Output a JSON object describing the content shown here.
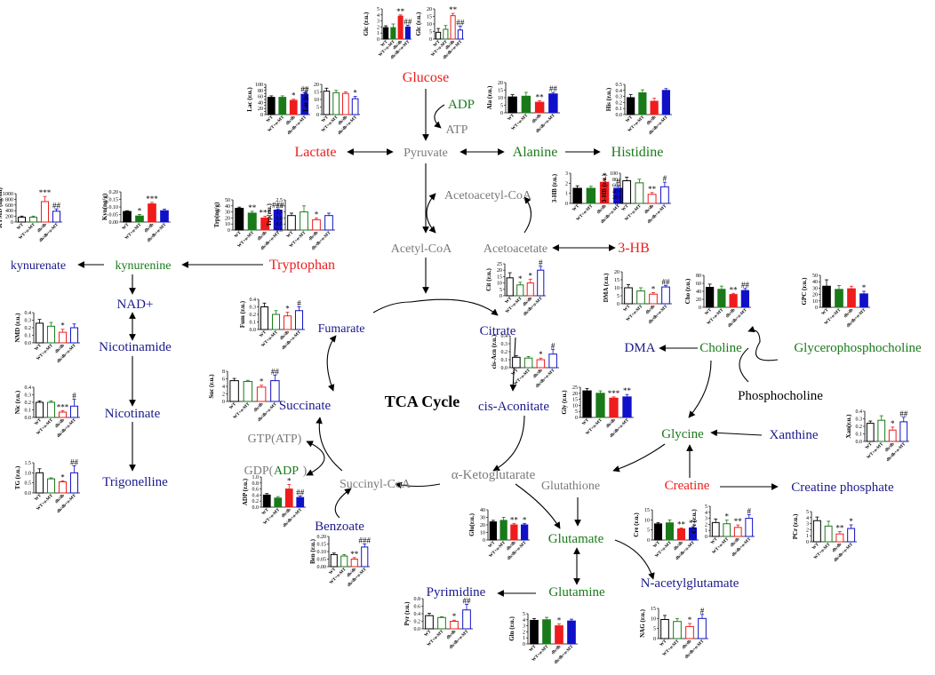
{
  "colors": {
    "red": "#ee1c1c",
    "green": "#1a7a1a",
    "blue": "#1a1a8c",
    "gray": "#7a7a7a",
    "black": "#000000"
  },
  "groups": [
    "WT",
    "WT+α-MT",
    "db/db",
    "db/db+α-MT"
  ],
  "bar_styles": [
    {
      "fill": "#000000",
      "stroke": "#000000"
    },
    {
      "fill": "#1a7a1a",
      "stroke": "#1a7a1a"
    },
    {
      "fill": "#ee1c1c",
      "stroke": "#ee1c1c"
    },
    {
      "fill": "#1010c8",
      "stroke": "#1010c8"
    },
    {
      "fill": "#ffffff",
      "stroke": "#000000"
    },
    {
      "fill": "#ffffff",
      "stroke": "#1a7a1a"
    },
    {
      "fill": "#ffffff",
      "stroke": "#ee1c1c"
    },
    {
      "fill": "#ffffff",
      "stroke": "#1010c8"
    }
  ],
  "nodes": [
    {
      "id": "glucose",
      "label": "Glucose",
      "color": "red"
    },
    {
      "id": "adp1",
      "label": "ADP",
      "color": "green"
    },
    {
      "id": "atp1",
      "label": "ATP",
      "color": "gray"
    },
    {
      "id": "lactate",
      "label": "Lactate",
      "color": "red"
    },
    {
      "id": "pyruvate",
      "label": "Pyruvate",
      "color": "gray"
    },
    {
      "id": "alanine",
      "label": "Alanine",
      "color": "green"
    },
    {
      "id": "histidine",
      "label": "Histidine",
      "color": "green"
    },
    {
      "id": "acetoacetylcoa",
      "label": "Acetoacetyl-CoA",
      "color": "gray"
    },
    {
      "id": "acetylcoa",
      "label": "Acetyl-CoA",
      "color": "gray"
    },
    {
      "id": "acetoacetate",
      "label": "Acetoacetate",
      "color": "gray"
    },
    {
      "id": "hb3",
      "label": "3-HB",
      "color": "red"
    },
    {
      "id": "kynurenate",
      "label": "kynurenate",
      "color": "blue"
    },
    {
      "id": "kynurenine",
      "label": "kynurenine",
      "color": "green"
    },
    {
      "id": "tryptophan",
      "label": "Tryptophan",
      "color": "red"
    },
    {
      "id": "nad",
      "label": "NAD+",
      "color": "blue"
    },
    {
      "id": "nicotinamide",
      "label": "Nicotinamide",
      "color": "blue"
    },
    {
      "id": "nicotinate",
      "label": "Nicotinate",
      "color": "blue"
    },
    {
      "id": "trigonelline",
      "label": "Trigonelline",
      "color": "blue"
    },
    {
      "id": "fumarate",
      "label": "Fumarate",
      "color": "blue"
    },
    {
      "id": "citrate",
      "label": "Citrate",
      "color": "blue"
    },
    {
      "id": "tca",
      "label": "TCA Cycle",
      "color": "black"
    },
    {
      "id": "succinate",
      "label": "Succinate",
      "color": "blue"
    },
    {
      "id": "cisaconitate",
      "label": "cis-Aconitate",
      "color": "blue"
    },
    {
      "id": "gtp",
      "label": "GTP(ATP)",
      "color": "gray"
    },
    {
      "id": "gdp",
      "label": "GDP(",
      "color": "gray"
    },
    {
      "id": "gdpadp",
      "label": "ADP",
      "color": "green"
    },
    {
      "id": "gdpclose",
      "label": ")",
      "color": "gray"
    },
    {
      "id": "succinylcoa",
      "label": "Succinyl-CoA",
      "color": "gray"
    },
    {
      "id": "aketo",
      "label": "α-Ketoglutarate",
      "color": "gray"
    },
    {
      "id": "glutathione",
      "label": "Glutathione",
      "color": "gray"
    },
    {
      "id": "benzoate",
      "label": "Benzoate",
      "color": "blue"
    },
    {
      "id": "glutamate",
      "label": "Glutamate",
      "color": "green"
    },
    {
      "id": "nacetyl",
      "label": "N-acetylglutamate",
      "color": "blue"
    },
    {
      "id": "pyrimidine",
      "label": "Pyrimidine",
      "color": "blue"
    },
    {
      "id": "glutamine",
      "label": "Glutamine",
      "color": "green"
    },
    {
      "id": "dma",
      "label": "DMA",
      "color": "blue"
    },
    {
      "id": "choline",
      "label": "Choline",
      "color": "green"
    },
    {
      "id": "gpc",
      "label": "Glycerophosphocholine",
      "color": "green"
    },
    {
      "id": "phosphocholine",
      "label": "Phosphocholine",
      "color": "black"
    },
    {
      "id": "glycine",
      "label": "Glycine",
      "color": "green"
    },
    {
      "id": "xanthine",
      "label": "Xanthine",
      "color": "blue"
    },
    {
      "id": "creatine",
      "label": "Creatine",
      "color": "red"
    },
    {
      "id": "crphos",
      "label": "Creatine phosphate",
      "color": "blue"
    }
  ],
  "charts": [
    {
      "id": "glc1",
      "ylabel": "Glc (r.u.)",
      "yticks": [
        "0",
        "1",
        "2",
        "3",
        "4",
        "5"
      ],
      "ymax": 5,
      "values": [
        1.9,
        1.9,
        3.8,
        2.0
      ],
      "errors": [
        0.3,
        0.6,
        0.2,
        0.3
      ],
      "style": "filled",
      "sig": [
        "",
        "",
        "**",
        "##"
      ]
    },
    {
      "id": "glc2",
      "ylabel": "Glc (r.u.)",
      "yticks": [
        "0",
        "5",
        "10",
        "15",
        "20"
      ],
      "ymax": 20,
      "values": [
        4.5,
        6.5,
        15.5,
        6.0
      ],
      "errors": [
        2.5,
        2.5,
        1.5,
        2.5
      ],
      "style": "open",
      "sig": [
        "",
        "",
        "**",
        "##"
      ]
    },
    {
      "id": "lac1",
      "ylabel": "Lac (r.u.)",
      "yticks": [
        "0",
        "10",
        "20",
        "30",
        "40",
        "50",
        "60",
        "70",
        "80",
        "90",
        "100"
      ],
      "ymax": 100,
      "values": [
        57,
        57,
        47,
        67
      ],
      "errors": [
        5,
        5,
        4,
        5
      ],
      "style": "filled",
      "sig": [
        "",
        "",
        "*",
        "##"
      ]
    },
    {
      "id": "lac2",
      "ylabel": "Lac (r.u.)",
      "yticks": [
        "0",
        "5",
        "10",
        "15",
        "20"
      ],
      "ymax": 20,
      "values": [
        15.5,
        14.5,
        14.0,
        10.5
      ],
      "errors": [
        2,
        1.5,
        1,
        1.5
      ],
      "style": "open",
      "sig": [
        "",
        "",
        "",
        "*"
      ]
    },
    {
      "id": "ala",
      "ylabel": "Ala (r.u.)",
      "yticks": [
        "0",
        "5",
        "10",
        "15",
        "20"
      ],
      "ymax": 20,
      "values": [
        10.5,
        11,
        7.0,
        12.5
      ],
      "errors": [
        1.5,
        2.5,
        1,
        1
      ],
      "style": "filled",
      "sig": [
        "",
        "",
        "**",
        "##"
      ]
    },
    {
      "id": "his",
      "ylabel": "His (r.u.)",
      "yticks": [
        "0.0",
        "0.1",
        "0.2",
        "0.3",
        "0.4",
        "0.5"
      ],
      "ymax": 0.5,
      "values": [
        0.28,
        0.36,
        0.22,
        0.4
      ],
      "errors": [
        0.05,
        0.05,
        0.05,
        0.03
      ],
      "style": "filled",
      "sig": [
        "",
        "",
        "",
        ""
      ]
    },
    {
      "id": "hb1",
      "ylabel": "3-HB (r.u.)",
      "yticks": [
        "0",
        "1",
        "2",
        "3"
      ],
      "ymax": 3,
      "values": [
        1.5,
        1.5,
        2.1,
        1.5
      ],
      "errors": [
        0.25,
        0.2,
        0.3,
        0.25
      ],
      "style": "filled",
      "sig": [
        "",
        "",
        "*",
        "#"
      ]
    },
    {
      "id": "hb2",
      "ylabel": "3-HB (r.u.)",
      "yticks": [
        "0",
        "20",
        "40",
        "60",
        "80",
        "100"
      ],
      "ymax": 100,
      "values": [
        75,
        68,
        30,
        55
      ],
      "errors": [
        12,
        12,
        6,
        15
      ],
      "style": "open",
      "sig": [
        "",
        "",
        "**",
        "#"
      ]
    },
    {
      "id": "kymd",
      "ylabel": "KYMD (ng/ml)",
      "yticks": [
        "0",
        "200",
        "400",
        "600",
        "800",
        "1000"
      ],
      "ymax": 1000,
      "values": [
        170,
        170,
        720,
        380
      ],
      "errors": [
        40,
        40,
        180,
        80
      ],
      "style": "open",
      "sig": [
        "",
        "",
        "***",
        "##"
      ]
    },
    {
      "id": "kyn",
      "ylabel": "Kyn(ng/g)",
      "yticks": [
        "0.00",
        "0.05",
        "0.10",
        "0.15",
        "0.20"
      ],
      "ymax": 0.2,
      "values": [
        0.07,
        0.04,
        0.12,
        0.075
      ],
      "errors": [
        0.005,
        0.01,
        0.01,
        0.01
      ],
      "style": "filled",
      "sig": [
        "",
        "*",
        "***",
        ""
      ]
    },
    {
      "id": "trp1",
      "ylabel": "Trp(ng/g)",
      "yticks": [
        "0",
        "10",
        "20",
        "30",
        "40",
        "50"
      ],
      "ymax": 50,
      "values": [
        36,
        28,
        20,
        33
      ],
      "errors": [
        2,
        3,
        3,
        2
      ],
      "style": "filled",
      "sig": [
        "",
        "**",
        "***",
        "###"
      ]
    },
    {
      "id": "trp2",
      "ylabel": "Trp(r.u.)",
      "yticks": [
        "0.0",
        "0.5",
        "1.0",
        "1.5",
        "2.0",
        "2.5"
      ],
      "ymax": 2.5,
      "values": [
        1.2,
        1.5,
        0.85,
        1.2
      ],
      "errors": [
        0.2,
        0.5,
        0.15,
        0.2
      ],
      "style": "open",
      "sig": [
        "",
        "",
        "*",
        ""
      ]
    },
    {
      "id": "nmd",
      "ylabel": "NMD (r.u.)",
      "yticks": [
        "0.0",
        "0.1",
        "0.2",
        "0.3",
        "0.4"
      ],
      "ymax": 0.4,
      "values": [
        0.26,
        0.22,
        0.14,
        0.2
      ],
      "errors": [
        0.05,
        0.05,
        0.04,
        0.05
      ],
      "style": "open",
      "sig": [
        "",
        "",
        "*",
        ""
      ]
    },
    {
      "id": "nic",
      "ylabel": "Nic (r.u.)",
      "yticks": [
        "0.0",
        "0.1",
        "0.2",
        "0.3",
        "0.4"
      ],
      "ymax": 0.4,
      "values": [
        0.2,
        0.2,
        0.07,
        0.15
      ],
      "errors": [
        0.02,
        0.02,
        0.02,
        0.09
      ],
      "style": "open",
      "sig": [
        "",
        "",
        "***",
        "#"
      ]
    },
    {
      "id": "tg",
      "ylabel": "TG (r.u.)",
      "yticks": [
        "0.0",
        "0.5",
        "1.0",
        "1.5"
      ],
      "ymax": 1.5,
      "values": [
        1.0,
        0.7,
        0.55,
        1.0
      ],
      "errors": [
        0.2,
        0.05,
        0.05,
        0.35
      ],
      "style": "open",
      "sig": [
        "",
        "",
        "*",
        "##"
      ]
    },
    {
      "id": "fum",
      "ylabel": "Fum (r.u.)",
      "yticks": [
        "0.0",
        "0.1",
        "0.2",
        "0.3",
        "0.4"
      ],
      "ymax": 0.4,
      "values": [
        0.3,
        0.2,
        0.18,
        0.25
      ],
      "errors": [
        0.05,
        0.05,
        0.05,
        0.05
      ],
      "style": "open",
      "sig": [
        "",
        "",
        "*",
        "#"
      ]
    },
    {
      "id": "cit",
      "ylabel": "Cit (r.u.)",
      "yticks": [
        "0",
        "5",
        "10",
        "15",
        "20",
        "25"
      ],
      "ymax": 25,
      "values": [
        14,
        8.5,
        10,
        20
      ],
      "errors": [
        4,
        2,
        3,
        3
      ],
      "style": "open",
      "sig": [
        "",
        "*",
        "*",
        "#"
      ]
    },
    {
      "id": "cisacn",
      "ylabel": "cis-Acn (r.u.)",
      "yticks": [
        "0.0",
        "0.1",
        "0.2",
        "0.3",
        "0.4"
      ],
      "ymax": 0.4,
      "values": [
        0.13,
        0.12,
        0.1,
        0.17
      ],
      "errors": [
        0.02,
        0.02,
        0.02,
        0.06
      ],
      "style": "open",
      "sig": [
        "",
        "",
        "*",
        "#"
      ]
    },
    {
      "id": "suc",
      "ylabel": "Suc (r.u.)",
      "yticks": [
        "0",
        "2",
        "4",
        "6",
        "8"
      ],
      "ymax": 8,
      "values": [
        5.5,
        5.3,
        3.8,
        5.5
      ],
      "errors": [
        0.6,
        0.3,
        0.5,
        1.5
      ],
      "style": "open",
      "sig": [
        "",
        "",
        "*",
        "##"
      ]
    },
    {
      "id": "gly",
      "ylabel": "Gly (r.u.)",
      "yticks": [
        "0",
        "5",
        "10",
        "15",
        "20",
        "25"
      ],
      "ymax": 25,
      "values": [
        22,
        20,
        16,
        17
      ],
      "errors": [
        2,
        2,
        1,
        2
      ],
      "style": "filled",
      "sig": [
        "",
        "",
        "***",
        "**"
      ]
    },
    {
      "id": "adp",
      "ylabel": "ADP (r.u.)",
      "yticks": [
        "0.0",
        "0.2",
        "0.4",
        "0.6",
        "0.8",
        "1.0"
      ],
      "ymax": 1.0,
      "values": [
        0.4,
        0.3,
        0.6,
        0.32
      ],
      "errors": [
        0.05,
        0.05,
        0.15,
        0.05
      ],
      "style": "filled",
      "sig": [
        "",
        "",
        "*",
        "##"
      ]
    },
    {
      "id": "ben",
      "ylabel": "Ben (r.u.)",
      "yticks": [
        "0.00",
        "0.05",
        "0.10",
        "0.15",
        "0.20"
      ],
      "ymax": 0.2,
      "values": [
        0.08,
        0.07,
        0.05,
        0.13
      ],
      "errors": [
        0.01,
        0.01,
        0.01,
        0.02
      ],
      "style": "open",
      "sig": [
        "",
        "",
        "**",
        "###"
      ]
    },
    {
      "id": "glu",
      "ylabel": "Glu(r.u.)",
      "yticks": [
        "0",
        "10",
        "20",
        "30",
        "40"
      ],
      "ymax": 40,
      "values": [
        24,
        26,
        20,
        20
      ],
      "errors": [
        2,
        4,
        2,
        2
      ],
      "style": "filled",
      "sig": [
        "",
        "",
        "**",
        "*"
      ]
    },
    {
      "id": "cre1",
      "ylabel": "Cre (r.u.)",
      "yticks": [
        "0",
        "5",
        "10",
        "15"
      ],
      "ymax": 15,
      "values": [
        8,
        8.5,
        5.5,
        6
      ],
      "errors": [
        0.6,
        1.5,
        0.5,
        0.6
      ],
      "style": "filled",
      "sig": [
        "",
        "",
        "**",
        "**"
      ]
    },
    {
      "id": "cre2",
      "ylabel": "Cre (r.u.)",
      "yticks": [
        "0",
        "1",
        "2",
        "3",
        "4",
        "5"
      ],
      "ymax": 5,
      "values": [
        2.3,
        2.1,
        1.5,
        3.0
      ],
      "errors": [
        0.6,
        0.6,
        0.4,
        0.6
      ],
      "style": "open",
      "sig": [
        "",
        "*",
        "**",
        "#"
      ]
    },
    {
      "id": "pcr",
      "ylabel": "PCr (r.u.)",
      "yticks": [
        "0",
        "1",
        "2",
        "3",
        "4",
        "5"
      ],
      "ymax": 5,
      "values": [
        3.5,
        2.6,
        1.3,
        2.2
      ],
      "errors": [
        0.6,
        0.8,
        0.4,
        0.6
      ],
      "style": "open",
      "sig": [
        "",
        "",
        "**",
        "*"
      ]
    },
    {
      "id": "pyr",
      "ylabel": "Pyr (r.u.)",
      "yticks": [
        "0.0",
        "0.2",
        "0.4",
        "0.6",
        "0.8"
      ],
      "ymax": 0.8,
      "values": [
        0.35,
        0.3,
        0.2,
        0.5
      ],
      "errors": [
        0.06,
        0.02,
        0.03,
        0.15
      ],
      "style": "open",
      "sig": [
        "",
        "",
        "*",
        "##"
      ]
    },
    {
      "id": "gln",
      "ylabel": "Gln (r.u.)",
      "yticks": [
        "0",
        "1",
        "2",
        "3",
        "4",
        "5"
      ],
      "ymax": 5,
      "values": [
        3.9,
        4.0,
        3.0,
        3.8
      ],
      "errors": [
        0.3,
        0.4,
        0.3,
        0.3
      ],
      "style": "filled",
      "sig": [
        "",
        "",
        "*",
        ""
      ]
    },
    {
      "id": "nag",
      "ylabel": "NAG (r.u.)",
      "yticks": [
        "0",
        "5",
        "10",
        "15"
      ],
      "ymax": 15,
      "values": [
        9.5,
        8.5,
        6,
        10
      ],
      "errors": [
        2,
        1.5,
        1.5,
        2
      ],
      "style": "open",
      "sig": [
        "",
        "",
        "*",
        "#"
      ]
    },
    {
      "id": "dmac",
      "ylabel": "DMA (r.u.)",
      "yticks": [
        "0",
        "5",
        "10",
        "15",
        "20"
      ],
      "ymax": 20,
      "values": [
        10,
        8,
        6,
        10.5
      ],
      "errors": [
        2,
        2,
        1,
        1
      ],
      "style": "open",
      "sig": [
        "",
        "",
        "*",
        "##"
      ]
    },
    {
      "id": "cho",
      "ylabel": "Cho (r.u.)",
      "yticks": [
        "0",
        "20",
        "40",
        "60",
        "80"
      ],
      "ymax": 80,
      "values": [
        50,
        45,
        32,
        42
      ],
      "errors": [
        8,
        8,
        3,
        5
      ],
      "style": "filled",
      "sig": [
        "",
        "",
        "**",
        "##"
      ]
    },
    {
      "id": "gpcc",
      "ylabel": "GPC (r.u.)",
      "yticks": [
        "0",
        "10",
        "20",
        "30",
        "40",
        "50"
      ],
      "ymax": 50,
      "values": [
        33,
        28,
        29,
        21
      ],
      "errors": [
        10,
        6,
        4,
        4
      ],
      "style": "filled",
      "sig": [
        "",
        "",
        "",
        "*"
      ]
    },
    {
      "id": "xan",
      "ylabel": "Xan(r.u.)",
      "yticks": [
        "0.0",
        "0.1",
        "0.2",
        "0.3",
        "0.4"
      ],
      "ymax": 0.4,
      "values": [
        0.24,
        0.28,
        0.15,
        0.26
      ],
      "errors": [
        0.03,
        0.06,
        0.04,
        0.06
      ],
      "style": "open",
      "sig": [
        "",
        "",
        "*",
        "##"
      ]
    }
  ]
}
